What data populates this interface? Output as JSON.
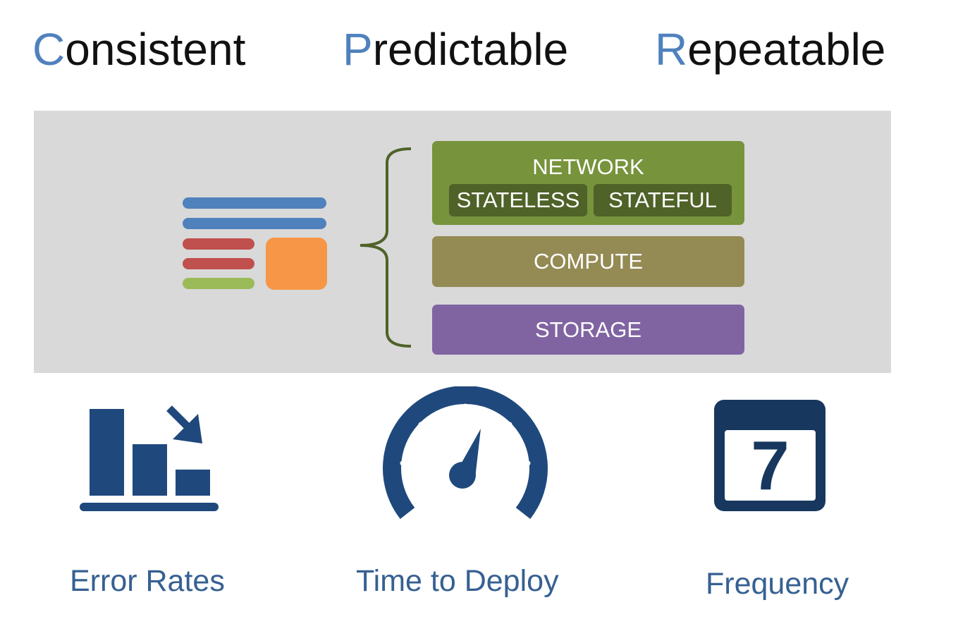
{
  "headings": [
    {
      "first": "C",
      "rest": "onsistent"
    },
    {
      "first": "P",
      "rest": "redictable"
    },
    {
      "first": "R",
      "rest": "epeatable"
    }
  ],
  "layers": {
    "network": "NETWORK",
    "stateless": "STATELESS",
    "stateful": "STATEFUL",
    "compute": "COMPUTE",
    "storage": "STORAGE"
  },
  "metrics": {
    "error_rates": "Error Rates",
    "time_to_deploy": "Time to Deploy",
    "frequency": "Frequency",
    "calendar_day": "7"
  },
  "colors": {
    "accent_letter": "#4f81bd",
    "panel_bg": "#d9d9d9",
    "network": "#77933c",
    "network_sub": "#4f6228",
    "compute": "#948a54",
    "storage": "#8064a2",
    "icon": "#1f497d",
    "caption": "#366092"
  },
  "icons": [
    "template-document-icon",
    "brace-icon",
    "bar-chart-down-icon",
    "speedometer-icon",
    "calendar-icon"
  ]
}
